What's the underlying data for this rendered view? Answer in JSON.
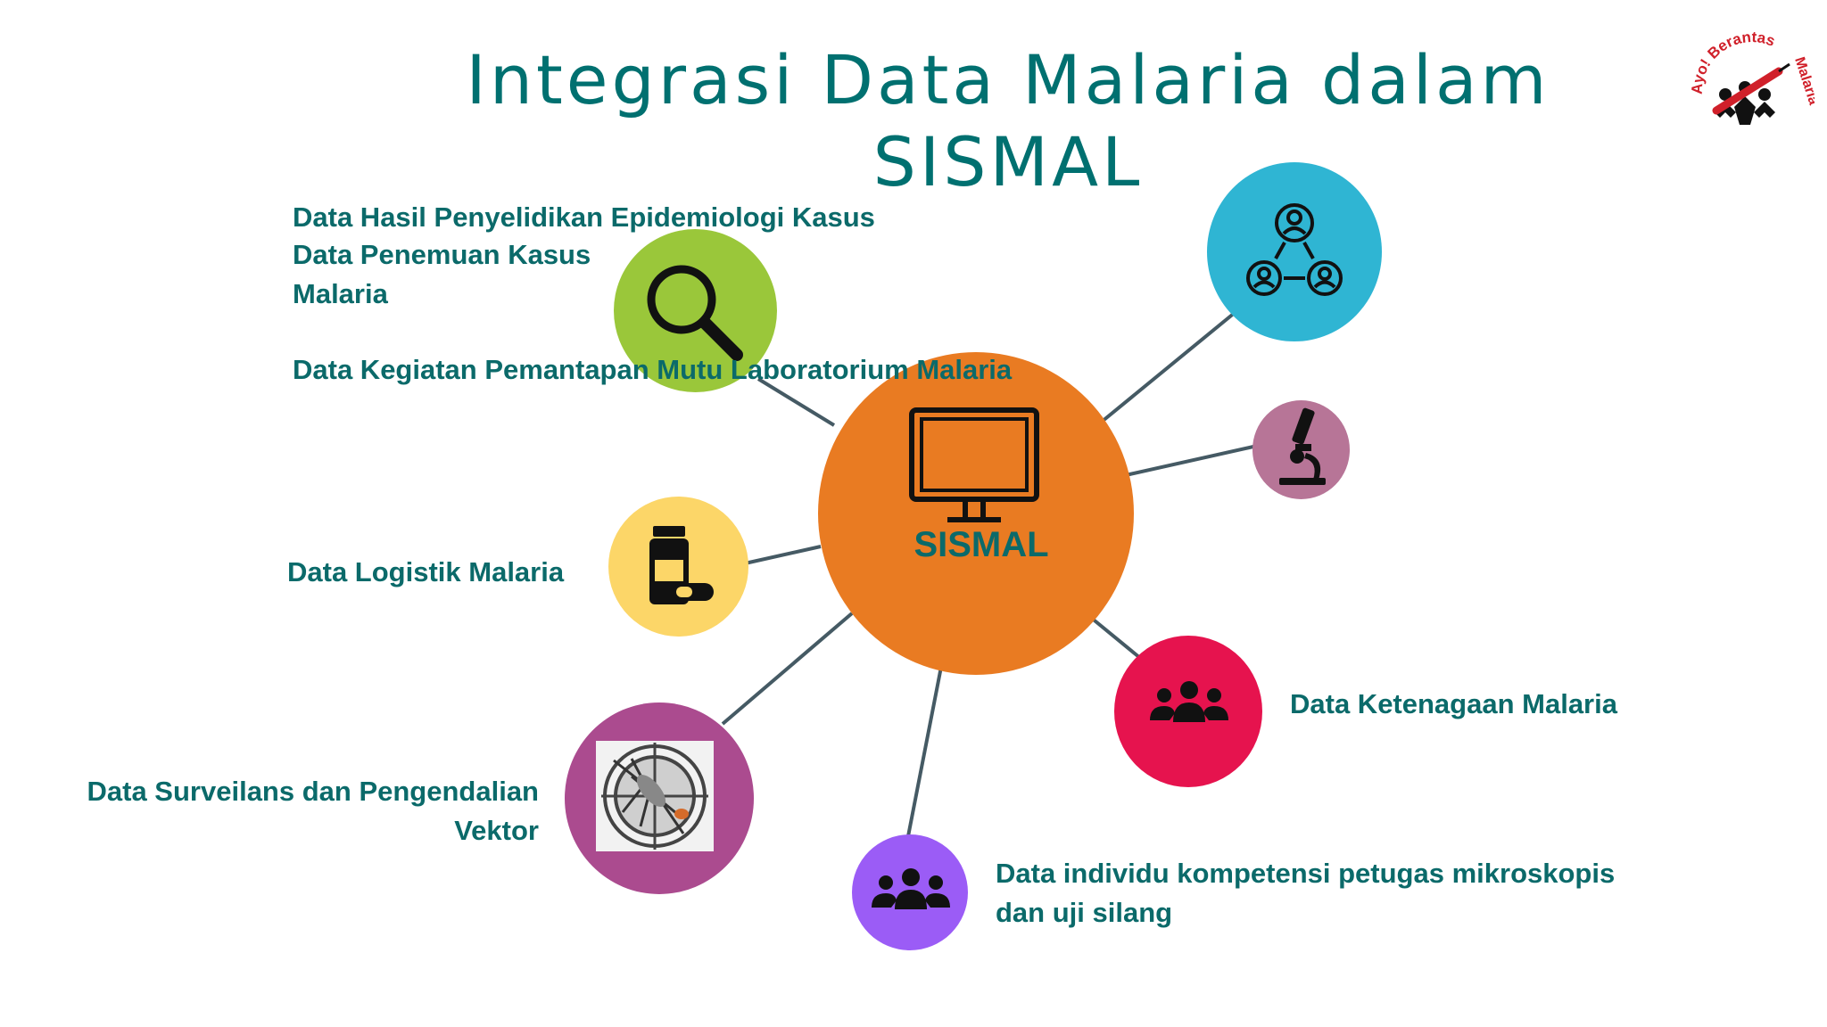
{
  "title": {
    "line1": "Integrasi Data Malaria dalam",
    "line2": "SISMAL"
  },
  "center": {
    "label": "SISMAL",
    "color": "#e97b22",
    "icon": "monitor-icon"
  },
  "nodes": [
    {
      "id": "search",
      "color": "#9ac73a",
      "icon": "magnifier-icon"
    },
    {
      "id": "network",
      "color": "#2fb5d3",
      "icon": "user-network-icon"
    },
    {
      "id": "microscope",
      "color": "#b77597",
      "icon": "microscope-icon"
    },
    {
      "id": "logistics",
      "color": "#fcd668",
      "icon": "medicine-bottle-icon"
    },
    {
      "id": "vector",
      "color": "#ab4b8f",
      "icon": "mosquito-icon"
    },
    {
      "id": "staff",
      "color": "#e6134e",
      "icon": "people-group-icon"
    },
    {
      "id": "individual",
      "color": "#9b5cf6",
      "icon": "people-group-icon"
    }
  ],
  "labels": {
    "pe_kasus": "Data  Hasil  Penyelidikan  Epidemiologi Kasus",
    "penemuan_line1": "Data Penemuan Kasus",
    "penemuan_line2": "Malaria",
    "pemantapan": "Data Kegiatan Pemantapan  Mutu Laboratorium  Malaria",
    "logistik": "Data Logistik Malaria",
    "surveilans_line1": "Data Surveilans dan Pengendalian",
    "surveilans_line2": "Vektor",
    "ketenagaan": "Data Ketenagaan Malaria",
    "individu_line1": "Data individu kompetensi petugas mikroskopis",
    "individu_line2": "dan uji silang"
  },
  "logo": {
    "text_top": "Ayo! Berantas",
    "text_side": "Malaria",
    "accent": "#d0202a"
  },
  "colors": {
    "text": "#0b6a6a",
    "title": "#007070",
    "connector": "#455a64"
  }
}
